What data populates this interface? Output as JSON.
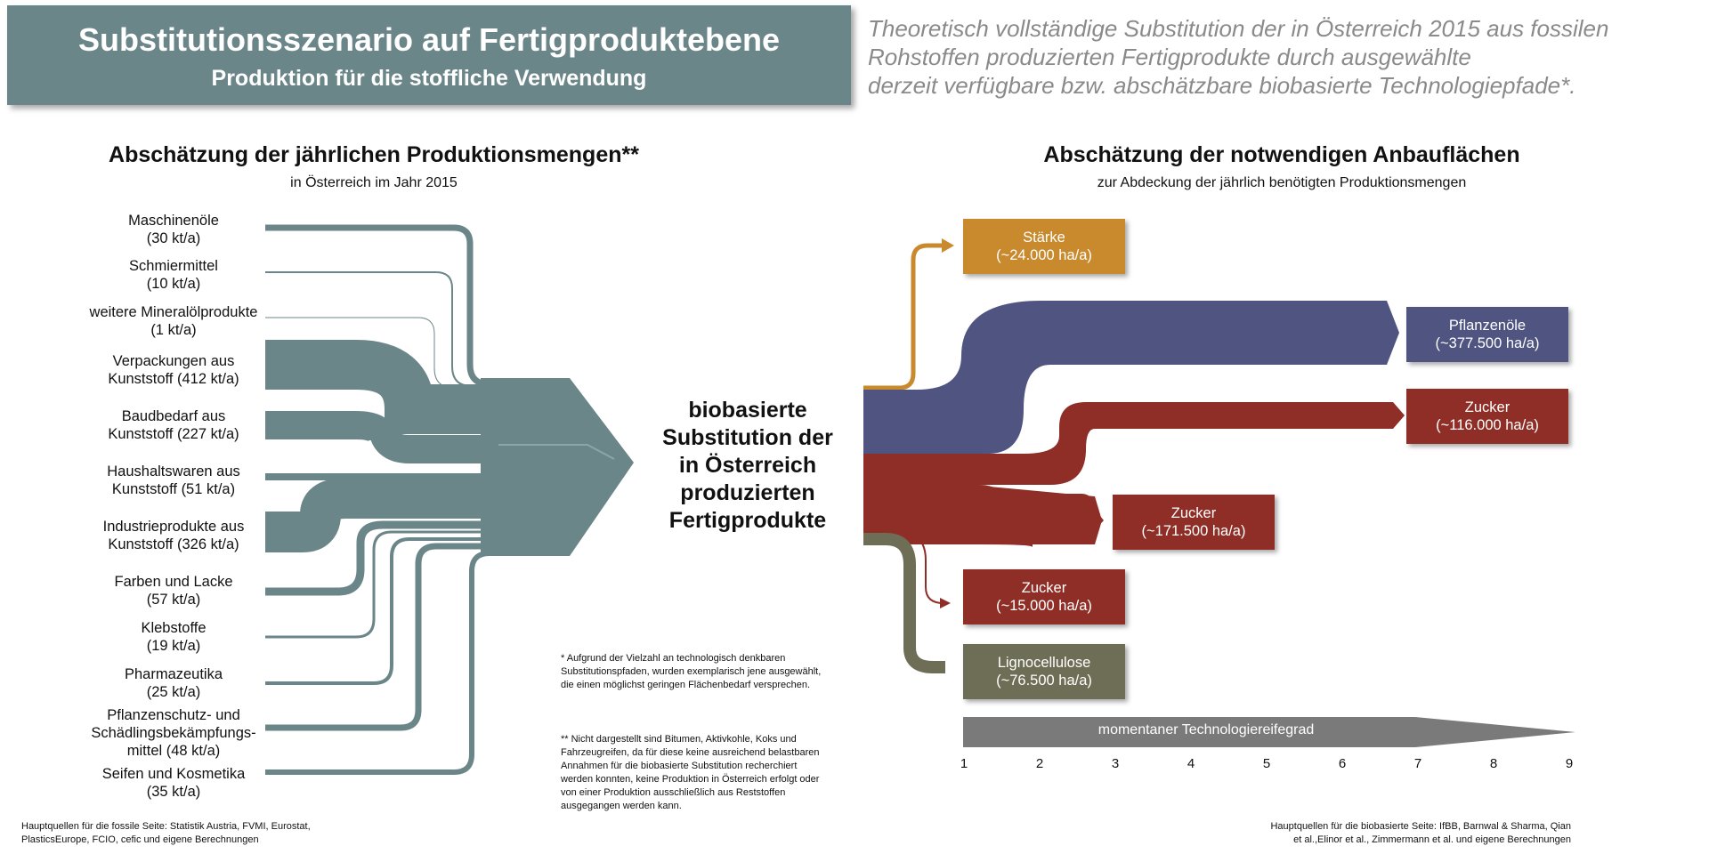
{
  "header": {
    "title": "Substitutionsszenario auf Fertigproduktebene",
    "subtitle": "Produktion für die stoffliche Verwendung",
    "description": [
      "Theoretisch vollständige Substitution der in Österreich 2015 aus fossilen",
      "Rohstoffen produzierten Fertigprodukte durch ausgewählte",
      "derzeit verfügbare bzw. abschätzbare biobasierte Technologiepfade*."
    ]
  },
  "left": {
    "title": "Abschätzung der jährlichen Produktionsmengen**",
    "subtitle": "in Österreich im Jahr 2015",
    "items": [
      {
        "lines": [
          "Maschinenöle",
          "(30 kt/a)"
        ],
        "value_kt": 30
      },
      {
        "lines": [
          "Schmiermittel",
          "(10 kt/a)"
        ],
        "value_kt": 10
      },
      {
        "lines": [
          "weitere Mineralölprodukte",
          "(1 kt/a)"
        ],
        "value_kt": 1
      },
      {
        "lines": [
          "Verpackungen aus",
          "Kunststoff (412 kt/a)"
        ],
        "value_kt": 412
      },
      {
        "lines": [
          "Baudbedarf aus",
          "Kunststoff (227 kt/a)"
        ],
        "value_kt": 227
      },
      {
        "lines": [
          "Haushaltswaren aus",
          "Kunststoff (51 kt/a)"
        ],
        "value_kt": 51
      },
      {
        "lines": [
          "Industrieprodukte aus",
          "Kunststoff (326 kt/a)"
        ],
        "value_kt": 326
      },
      {
        "lines": [
          "Farben und Lacke",
          "(57 kt/a)"
        ],
        "value_kt": 57
      },
      {
        "lines": [
          "Klebstoffe",
          "(19 kt/a)"
        ],
        "value_kt": 19
      },
      {
        "lines": [
          "Pharmazeutika",
          "(25 kt/a)"
        ],
        "value_kt": 25
      },
      {
        "lines": [
          "Pflanzenschutz- und",
          "Schädlingsbekämpfungs-",
          "mittel (48 kt/a)"
        ],
        "value_kt": 48
      },
      {
        "lines": [
          "Seifen und Kosmetika",
          "(35 kt/a)"
        ],
        "value_kt": 35
      }
    ]
  },
  "center": {
    "lines": [
      "biobasierte",
      "Substitution der",
      "in Österreich",
      "produzierten",
      "Fertigprodukte"
    ]
  },
  "notes": {
    "note1": [
      "* Aufgrund der Vielzahl an technologisch denkbaren",
      "Substitutionspfaden, wurden exemplarisch jene ausgewählt,",
      "die einen möglichst geringen Flächenbedarf versprechen."
    ],
    "note2": [
      "** Nicht dargestellt sind Bitumen, Aktivkohle, Koks und",
      "Fahrzeugreifen, da für diese keine ausreichend belastbaren",
      "Annahmen für die biobasierte Substitution recherchiert",
      "werden konnten, keine Produktion in Österreich erfolgt oder",
      "von einer Produktion ausschließlich aus Reststoffen",
      "ausgegangen werden kann."
    ]
  },
  "right": {
    "title": "Abschätzung der notwendigen Anbauflächen",
    "subtitle": "zur Abdeckung der jährlich benötigten Produktionsmengen",
    "boxes": [
      {
        "name": "Stärke",
        "area": "(~24.000 ha/a)",
        "area_ha": 24000,
        "color": "#c98a2e",
        "maturity": 1
      },
      {
        "name": "Pflanzenöle",
        "area": "(~377.500 ha/a)",
        "area_ha": 377500,
        "color": "#4f5480",
        "maturity": 7
      },
      {
        "name": "Zucker",
        "area": "(~116.000 ha/a)",
        "area_ha": 116000,
        "color": "#8e2e26",
        "maturity": 7
      },
      {
        "name": "Zucker",
        "area": "(~171.500 ha/a)",
        "area_ha": 171500,
        "color": "#8e2e26",
        "maturity": 3
      },
      {
        "name": "Zucker",
        "area": "(~15.000 ha/a)",
        "area_ha": 15000,
        "color": "#8e2e26",
        "maturity": 1
      },
      {
        "name": "Lignocellulose",
        "area": "(~76.500 ha/a)",
        "area_ha": 76500,
        "color": "#6e6d56",
        "maturity": 1
      }
    ],
    "scale": {
      "label": "momentaner Technologiereifegrad",
      "ticks": [
        "1",
        "2",
        "3",
        "4",
        "5",
        "6",
        "7",
        "8",
        "9"
      ]
    }
  },
  "sources": {
    "fossil": [
      "Hauptquellen für die fossile Seite: Statistik Austria, FVMI, Eurostat,",
      "PlasticsEurope, FCIO, cefic und eigene Berechnungen"
    ],
    "bio": [
      "Hauptquellen für die biobasierte Seite: IfBB, Barnwal & Sharma, Qian",
      "et al.,Elinor et al., Zimmermann et al. und eigene Berechnungen"
    ]
  },
  "colors": {
    "fossil_flow": "#6b8689",
    "title_box": "#6b8689",
    "starch": "#c98a2e",
    "oil": "#4f5480",
    "sugar": "#8e2e26",
    "ligno": "#6e6d56",
    "scale_bar": "#7a7a7a"
  }
}
